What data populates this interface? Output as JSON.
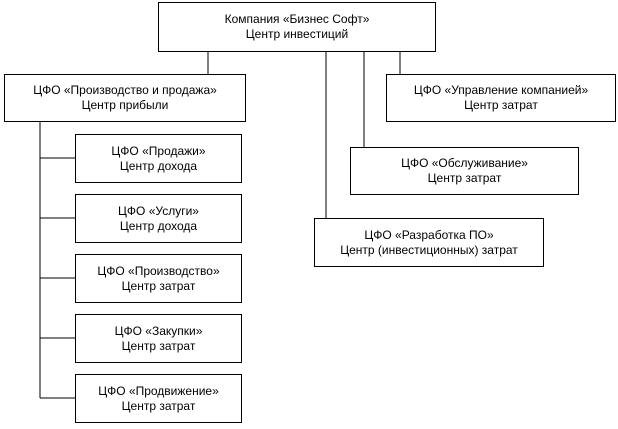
{
  "nodes": {
    "root": {
      "name": "Компания «Бизнес Софт»",
      "type": "Центр инвестиций"
    },
    "production_sales": {
      "name": "ЦФО «Производство и продажа»",
      "type": "Центр прибыли"
    },
    "sales": {
      "name": "ЦФО «Продажи»",
      "type": "Центр дохода"
    },
    "services": {
      "name": "ЦФО «Услуги»",
      "type": "Центр дохода"
    },
    "production": {
      "name": "ЦФО «Производство»",
      "type": "Центр затрат"
    },
    "procurement": {
      "name": "ЦФО «Закупки»",
      "type": "Центр затрат"
    },
    "promotion": {
      "name": "ЦФО «Продвижение»",
      "type": "Центр затрат"
    },
    "management": {
      "name": "ЦФО «Управление компанией»",
      "type": "Центр затрат"
    },
    "maintenance": {
      "name": "ЦФО «Обслуживание»",
      "type": "Центр затрат"
    },
    "software_dev": {
      "name": "ЦФО «Разработка ПО»",
      "type": "Центр (инвестиционных) затрат"
    }
  }
}
